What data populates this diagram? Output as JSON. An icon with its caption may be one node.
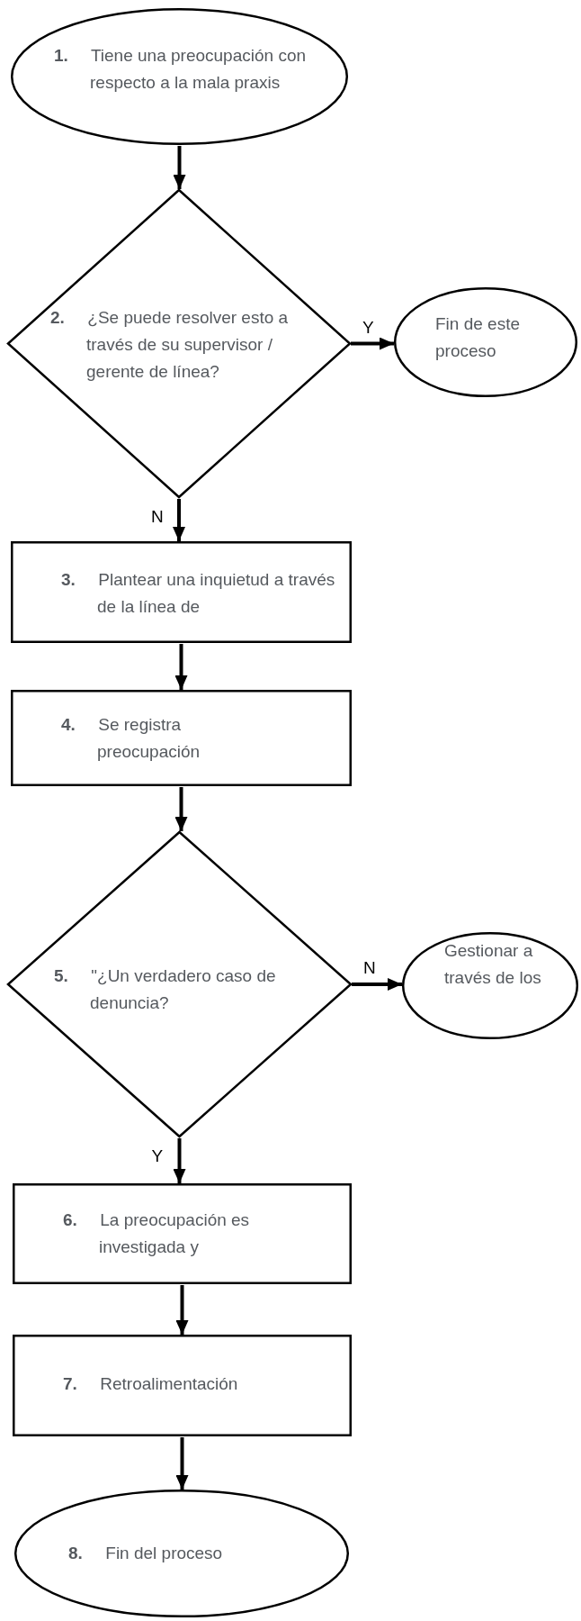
{
  "diagram": {
    "nodes": [
      {
        "text": [
          "**1.** Tiene una preocupación con respecto a la mala praxis"
        ]
      },
      {
        "text": [
          "**2.** ¿Se puede resolver esto a través de su supervisor / gerente de línea?"
        ]
      },
      {
        "text": [
          "Fin de este proceso"
        ]
      },
      {
        "text": [
          "**3.** Plantear una inquietud a través de la línea de"
        ]
      },
      {
        "text": [
          "**4.** Se registra preocupación"
        ]
      },
      {
        "text": [
          "**5.** \"¿Un verdadero caso de denuncia?"
        ]
      },
      {
        "text": [
          "Gestionar a través de los"
        ]
      },
      {
        "text": [
          "**6.** La preocupación es investigada y"
        ]
      },
      {
        "text": [
          "**7.** Retroalimentación"
        ]
      },
      {
        "text": [
          "**8.** Fin del proceso"
        ]
      }
    ],
    "edges": [
      {
        "from": 0,
        "to": 1,
        "arrow": "to"
      },
      {
        "from": 1,
        "to": 2,
        "arrow": "to",
        "label": "Y"
      },
      {
        "from": 1,
        "to": 3,
        "arrow": "to",
        "label": "N"
      },
      {
        "from": 3,
        "to": 4,
        "arrow": "to"
      },
      {
        "from": 4,
        "to": 5,
        "arrow": "to"
      },
      {
        "from": 5,
        "to": 6,
        "arrow": "to",
        "label": "N"
      },
      {
        "from": 5,
        "to": 7,
        "arrow": "to",
        "label": "Y"
      },
      {
        "from": 7,
        "to": 8,
        "arrow": "to"
      },
      {
        "from": 8,
        "to": 9,
        "arrow": "to"
      }
    ]
  }
}
